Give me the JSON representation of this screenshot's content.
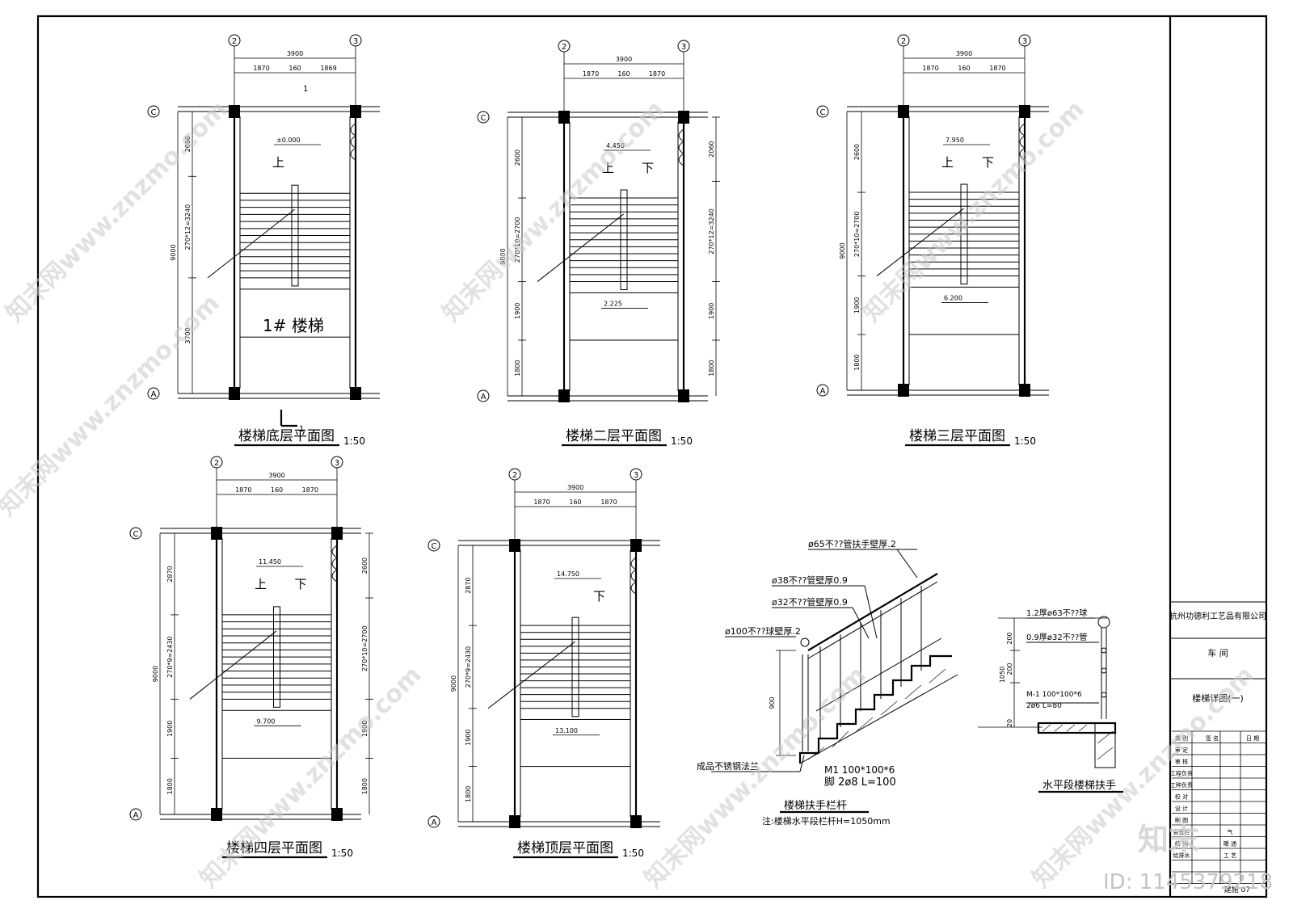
{
  "plans": [
    {
      "title": "楼梯底层平面图",
      "scale": "1:50",
      "axis_left": "2",
      "axis_right": "3",
      "row_top": "C",
      "row_bottom": "A",
      "dim_total": "3900",
      "dim_left": "1870",
      "dim_mid": "160",
      "dim_right": "1869",
      "left_dims": [
        "2060",
        "270*12=3240",
        "3700"
      ],
      "left_total": "9000",
      "right_dims": [],
      "elev_top": "±0.000",
      "elev_bottom": "",
      "up_label": "上",
      "down_label": "",
      "room_label": "1# 楼梯",
      "section_mark": "1"
    },
    {
      "title": "楼梯二层平面图",
      "scale": "1:50",
      "axis_left": "2",
      "axis_right": "3",
      "row_top": "C",
      "row_bottom": "A",
      "dim_total": "3900",
      "dim_left": "1870",
      "dim_mid": "160",
      "dim_right": "1870",
      "left_dims": [
        "2600",
        "270*10=2700",
        "1900",
        "1800"
      ],
      "left_total": "9000",
      "right_dims": [
        "2060",
        "270*12=3240",
        "1900",
        "1800"
      ],
      "elev_top": "4.450",
      "elev_bottom": "2.225",
      "up_label": "上",
      "down_label": "下"
    },
    {
      "title": "楼梯三层平面图",
      "scale": "1:50",
      "axis_left": "2",
      "axis_right": "3",
      "row_top": "C",
      "row_bottom": "A",
      "dim_total": "3900",
      "dim_left": "1870",
      "dim_mid": "160",
      "dim_right": "1870",
      "left_dims": [
        "2600",
        "270*10=2700",
        "1900",
        "1800"
      ],
      "left_total": "9000",
      "right_dims": [],
      "elev_top": "7.950",
      "elev_bottom": "6.200",
      "up_label": "上",
      "down_label": "下"
    },
    {
      "title": "楼梯四层平面图",
      "scale": "1:50",
      "axis_left": "2",
      "axis_right": "3",
      "row_top": "C",
      "row_bottom": "A",
      "dim_total": "3900",
      "dim_left": "1870",
      "dim_mid": "160",
      "dim_right": "1870",
      "left_dims": [
        "2870",
        "270*9=2430",
        "1900",
        "1800"
      ],
      "left_total": "9000",
      "right_dims": [
        "2600",
        "270*10=2700",
        "1900",
        "1800"
      ],
      "elev_top": "11.450",
      "elev_bottom": "9.700",
      "up_label": "上",
      "down_label": "下"
    },
    {
      "title": "楼梯顶层平面图",
      "scale": "1:50",
      "axis_left": "2",
      "axis_right": "3",
      "row_top": "C",
      "row_bottom": "A",
      "dim_total": "3900",
      "dim_left": "1870",
      "dim_mid": "160",
      "dim_right": "1870",
      "left_dims": [
        "2870",
        "270*9=2430",
        "1900",
        "1800"
      ],
      "left_total": "9000",
      "right_dims": [],
      "elev_top": "14.750",
      "elev_bottom": "13.100",
      "up_label": "",
      "down_label": "下"
    }
  ],
  "railing_detail": {
    "title": "楼梯扶手栏杆",
    "note": "注:楼梯水平段栏杆H=1050mm",
    "labels": [
      "ø65不??管扶手壁厚.2",
      "ø38不??管壁厚0.9",
      "ø32不??管壁厚0.9",
      "ø100不??球壁厚.2"
    ],
    "height_dim": "900",
    "flange": "成品不锈钢法兰",
    "plate": "M1 100*100*6",
    "anchor": "脚 2ø8 L=100"
  },
  "horizontal_detail": {
    "title": "水平段楼梯扶手",
    "labels": [
      "1.2厚ø63不??球",
      "0.9厚ø32不??管",
      "M-1 100*100*6",
      "2ø6 L=80"
    ],
    "dims": [
      "200",
      "200",
      "1050",
      "20"
    ]
  },
  "title_block": {
    "company": "杭州功德利工艺品有限公司",
    "project": "车 间",
    "drawing": "楼梯详图(一)",
    "header": [
      "类 别",
      "签 名",
      "日 期"
    ],
    "rows": [
      "审 定",
      "审 核",
      "工程负责",
      "工种负责",
      "校 对",
      "设 计",
      "制 图",
      "会签栏",
      "结 构",
      "给排水"
    ],
    "right_rows": [
      "气",
      "暖 通",
      "工 艺"
    ],
    "sheet": "建施 07"
  },
  "watermarks": {
    "site": "知末网www.znzmo.com",
    "logo": "知末",
    "id": "ID: 1145379218"
  }
}
